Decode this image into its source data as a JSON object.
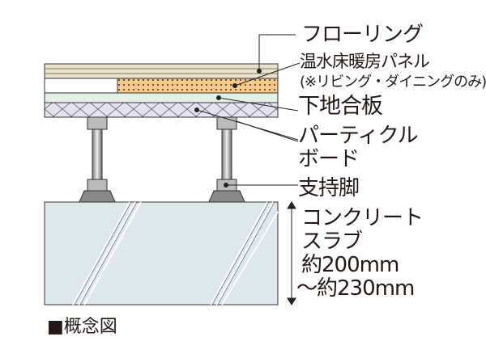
{
  "labels": {
    "flooring": "フローリング",
    "heating_panel": "温水床暖房パネル",
    "heating_note": "(※リビング・ダイニングのみ)",
    "subfloor": "下地合板",
    "particle_1": "パーティクル",
    "particle_2": "ボード",
    "support": "支持脚",
    "slab_1": "コンクリート",
    "slab_2": "スラブ",
    "slab_3": "約200mm",
    "slab_4": "～約230mm"
  },
  "legend": {
    "marker": "■",
    "text": "概念図"
  },
  "colors": {
    "flooring": "#e9e2c8",
    "panel": "#f6c98a",
    "particle": "#e3f0e6",
    "plywood": "#e4e2f0",
    "slab": "#dde7ec"
  }
}
